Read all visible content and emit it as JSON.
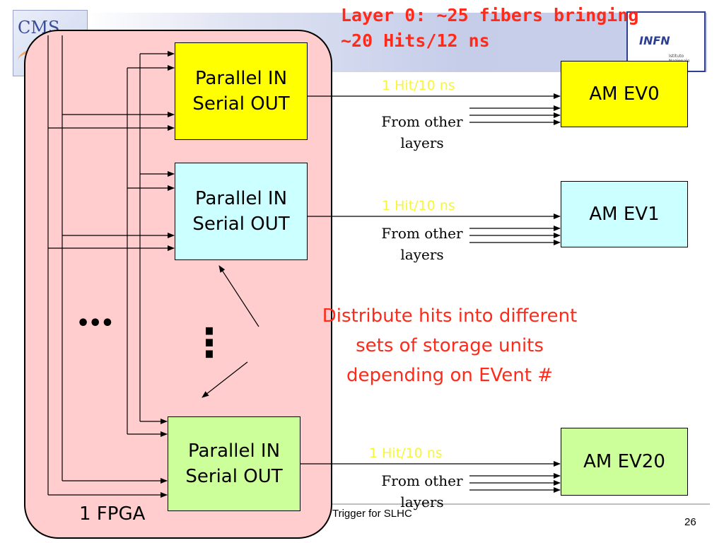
{
  "slide": {
    "title_line1": "Layer 0: ~25 fibers bringing",
    "title_line2": "~20 Hits/12 ns",
    "fpga_label": "1 FPGA",
    "converters": [
      {
        "line1": "Parallel IN",
        "line2": "Serial OUT",
        "color": "#ffff00"
      },
      {
        "line1": "Parallel IN",
        "line2": "Serial OUT",
        "color": "#ccffff"
      },
      {
        "line1": "Parallel IN",
        "line2": "Serial OUT",
        "color": "#ccff99"
      }
    ],
    "am_units": [
      {
        "label": "AM EV0",
        "color": "#ffff00"
      },
      {
        "label": "AM EV1",
        "color": "#ccffff"
      },
      {
        "label": "AM EV20",
        "color": "#ccff99"
      }
    ],
    "rate_label": "1 Hit/10 ns",
    "from_other_line1": "From other",
    "from_other_line2": "layers",
    "ellipsis": "•••",
    "vertical_ellipsis": "⋮",
    "annotation_line1": "Distribute hits into different",
    "annotation_line2": "sets of storage units",
    "annotation_line3": "depending on EVent #",
    "footer_text": "Trigger for SLHC",
    "page_number": "26",
    "logo_cms": "CMS",
    "logo_infn": "INFN",
    "logo_infn_sub": "Istituto Nazionale"
  }
}
